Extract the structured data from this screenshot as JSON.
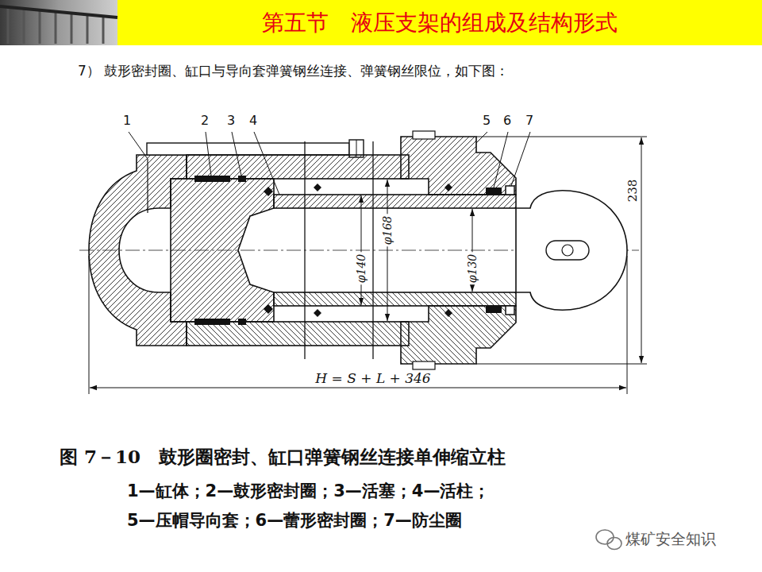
{
  "diagram": {
    "title": "第五节　液压支架的组成及结构形式",
    "caption": "图 7－10　鼓形圈密封、缸口弹簧钢丝连接单伸缩立柱",
    "labels": [
      "7）  鼓形密封圈、缸口与导向套弹簧钢丝连接、弹簧钢丝限位，如下图：",
      "1",
      "2",
      "3",
      "4",
      "5",
      "6",
      "7",
      "φ140",
      "φ168",
      "φ130",
      "238",
      "H = S + L + 346",
      "1—缸体；2—鼓形密封圈；3—活塞；4—活柱；",
      "5—压帽导向套；6—蕾形密封圈；7—防尘圈",
      "煤矿安全知识"
    ]
  }
}
